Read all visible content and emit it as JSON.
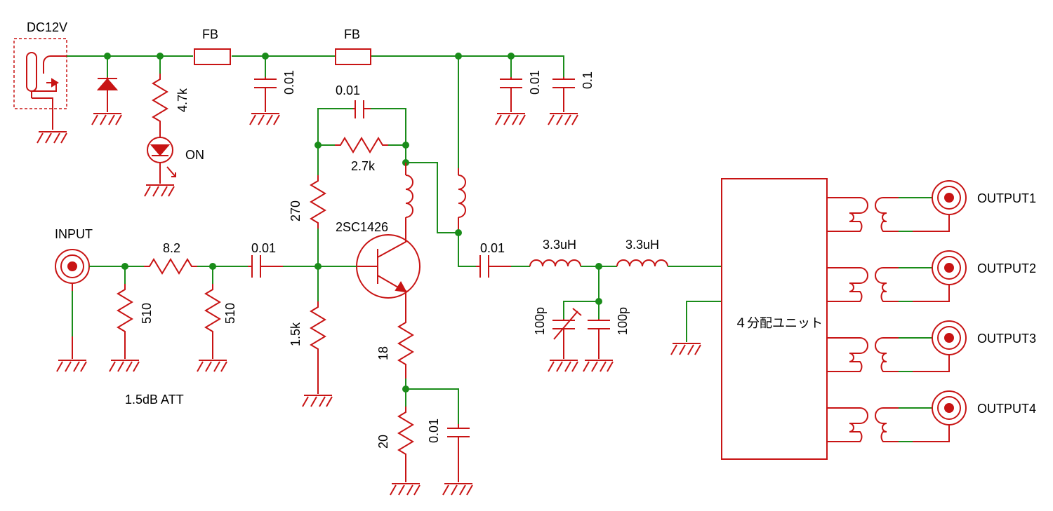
{
  "colors": {
    "wire": "#1a8c1a",
    "component": "#c81414",
    "text": "#000000",
    "background": "#ffffff"
  },
  "labels": {
    "dc12v": "DC12V",
    "fb1": "FB",
    "fb2": "FB",
    "r_led": "4.7k",
    "led_on": "ON",
    "c_in_bypass": "0.01",
    "c_out_bypass1": "0.01",
    "c_out_bypass2": "0.1",
    "c_feedback": "0.01",
    "r_feedback": "2.7k",
    "r_bias_upper": "270",
    "r_bias_lower": "1.5k",
    "transistor": "2SC1426",
    "input": "INPUT",
    "r_att_series": "8.2",
    "r_att_shunt1": "510",
    "r_att_shunt2": "510",
    "c_coupling_in": "0.01",
    "att_caption": "1.5dB ATT",
    "r_emitter1": "18",
    "r_emitter2": "20",
    "c_emitter": "0.01",
    "c_coupling_out": "0.01",
    "l1": "3.3uH",
    "l2": "3.3uH",
    "c_trim": "100p",
    "c_fixed": "100p",
    "splitter": "４分配ユニット",
    "outputs": [
      "OUTPUT1",
      "OUTPUT2",
      "OUTPUT3",
      "OUTPUT4"
    ]
  }
}
